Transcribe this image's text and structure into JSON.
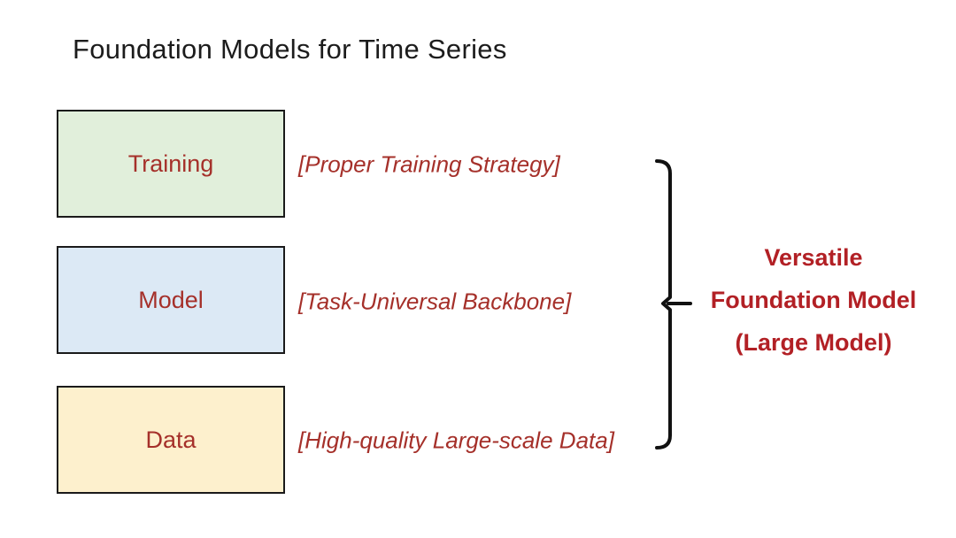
{
  "title": "Foundation Models for Time Series",
  "rows": [
    {
      "label": "Training",
      "annotation": "[Proper Training Strategy]"
    },
    {
      "label": "Model",
      "annotation": "[Task-Universal Backbone]"
    },
    {
      "label": "Data",
      "annotation": "[High-quality Large-scale Data]"
    }
  ],
  "result": {
    "lines": [
      "Versatile",
      "Foundation Model",
      "(Large Model)"
    ]
  },
  "icons": {
    "brace": "right-curly-brace"
  },
  "colors": {
    "title_text": "#1c1c1c",
    "box_border": "#1a1a1a",
    "training_fill": "#e1efdb",
    "model_fill": "#dce9f5",
    "data_fill": "#fdf0cd",
    "label_red": "#a5302a",
    "result_red": "#b22025",
    "brace_stroke": "#111111"
  }
}
